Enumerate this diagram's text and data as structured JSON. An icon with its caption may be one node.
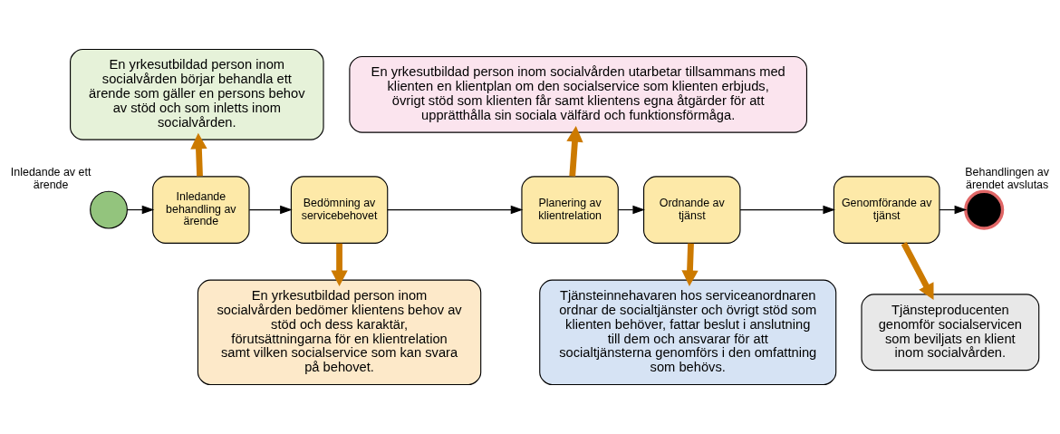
{
  "diagram": {
    "nodes": [
      {
        "text": [],
        "shape": "circle",
        "beside": [
          "Inledande av ett ärende"
        ]
      },
      {
        "text": [
          "Inledande behandling av ärende"
        ]
      },
      {
        "text": [
          "Bedömning av servicebehovet"
        ]
      },
      {
        "text": [
          "Planering av klientrelation"
        ]
      },
      {
        "text": [
          "Ordnande av tjänst"
        ]
      },
      {
        "text": [
          "Genomförande av tjänst"
        ]
      },
      {
        "text": [],
        "shape": "circle",
        "beside": [
          "Behandlingen av ärendet avslutas"
        ]
      },
      {
        "text": [
          "En yrkesutbildad person inom socialvården börjar behandla ett ärende som gäller en persons behov av stöd och som inletts inom socialvården."
        ]
      },
      {
        "text": [
          "En yrkesutbildad person inom socialvården utarbetar tillsammans med klienten en klientplan om den socialservice som klienten erbjuds, övrigt stöd som klienten får samt klientens egna åtgärder för att upprätthålla sin sociala välfärd och funktionsförmåga."
        ]
      },
      {
        "text": [
          "En yrkesutbildad person inom socialvården bedömer klientens behov av stöd och dess karaktär, förutsättningarna för en klientrelation samt vilken socialservice som kan svara på behovet."
        ]
      },
      {
        "text": [
          "Tjänsteinnehavaren hos serviceanordnaren ordnar de socialtjänster och övrigt stöd som klienten behöver, fattar beslut i anslutning till dem och ansvarar för att socialtjänsterna genomförs i den omfattning som behövs."
        ]
      },
      {
        "text": [
          "Tjänsteproducenten genomför socialservicen som beviljats en klient inom socialvården."
        ]
      }
    ],
    "edges": [
      {
        "from": 0,
        "to": 1,
        "arrow": "to"
      },
      {
        "from": 1,
        "to": 2,
        "arrow": "to"
      },
      {
        "from": 2,
        "to": 3,
        "arrow": "to"
      },
      {
        "from": 3,
        "to": 4,
        "arrow": "to"
      },
      {
        "from": 4,
        "to": 5,
        "arrow": "to"
      },
      {
        "from": 5,
        "to": 6,
        "arrow": "to"
      },
      {
        "from": 1,
        "to": 7,
        "arrow": "to",
        "style": "thick",
        "color": "#cc7a00"
      },
      {
        "from": 3,
        "to": 8,
        "arrow": "to",
        "style": "thick",
        "color": "#cc7a00"
      },
      {
        "from": 2,
        "to": 9,
        "arrow": "to",
        "style": "thick",
        "color": "#cc7a00"
      },
      {
        "from": 4,
        "to": 10,
        "arrow": "to",
        "style": "thick",
        "color": "#cc7a00"
      },
      {
        "from": 5,
        "to": 11,
        "arrow": "to",
        "style": "thick",
        "color": "#cc7a00"
      }
    ]
  }
}
